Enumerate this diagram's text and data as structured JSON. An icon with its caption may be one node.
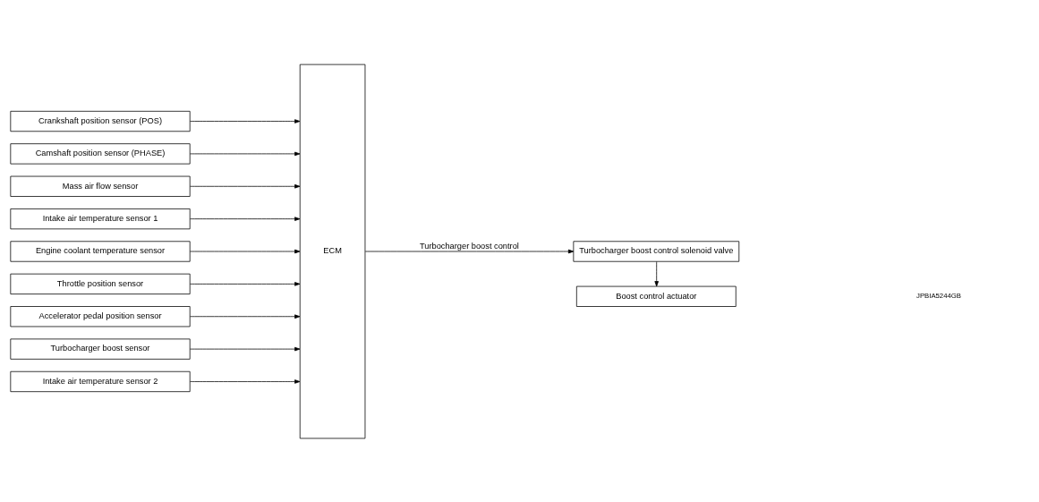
{
  "diagram": {
    "nodes": [
      {
        "text": [
          "Crankshaft position sensor (POS)"
        ]
      },
      {
        "text": [
          "Camshaft position sensor (PHASE)"
        ]
      },
      {
        "text": [
          "Mass air flow sensor"
        ]
      },
      {
        "text": [
          "Intake air temperature sensor 1"
        ]
      },
      {
        "text": [
          "Engine coolant temperature sensor"
        ]
      },
      {
        "text": [
          "Throttle position sensor"
        ]
      },
      {
        "text": [
          "Accelerator pedal position sensor"
        ]
      },
      {
        "text": [
          "Turbocharger boost sensor"
        ]
      },
      {
        "text": [
          "Intake air temperature sensor 2"
        ]
      },
      {
        "text": [
          "ECM"
        ]
      },
      {
        "text": [
          "Turbocharger boost control solenoid valve"
        ]
      },
      {
        "text": [
          "Boost control actuator"
        ]
      }
    ],
    "edges": [
      {
        "from": 0,
        "to": 9,
        "arrow": "to"
      },
      {
        "from": 1,
        "to": 9,
        "arrow": "to"
      },
      {
        "from": 2,
        "to": 9,
        "arrow": "to"
      },
      {
        "from": 3,
        "to": 9,
        "arrow": "to"
      },
      {
        "from": 4,
        "to": 9,
        "arrow": "to"
      },
      {
        "from": 5,
        "to": 9,
        "arrow": "to"
      },
      {
        "from": 6,
        "to": 9,
        "arrow": "to"
      },
      {
        "from": 7,
        "to": 9,
        "arrow": "to"
      },
      {
        "from": 8,
        "to": 9,
        "arrow": "to"
      },
      {
        "from": 9,
        "to": 10,
        "arrow": "to",
        "label": "Turbocharger boost control"
      },
      {
        "from": 10,
        "to": 11,
        "arrow": "to"
      }
    ],
    "labels": [
      "JPBIA5244GB"
    ]
  }
}
